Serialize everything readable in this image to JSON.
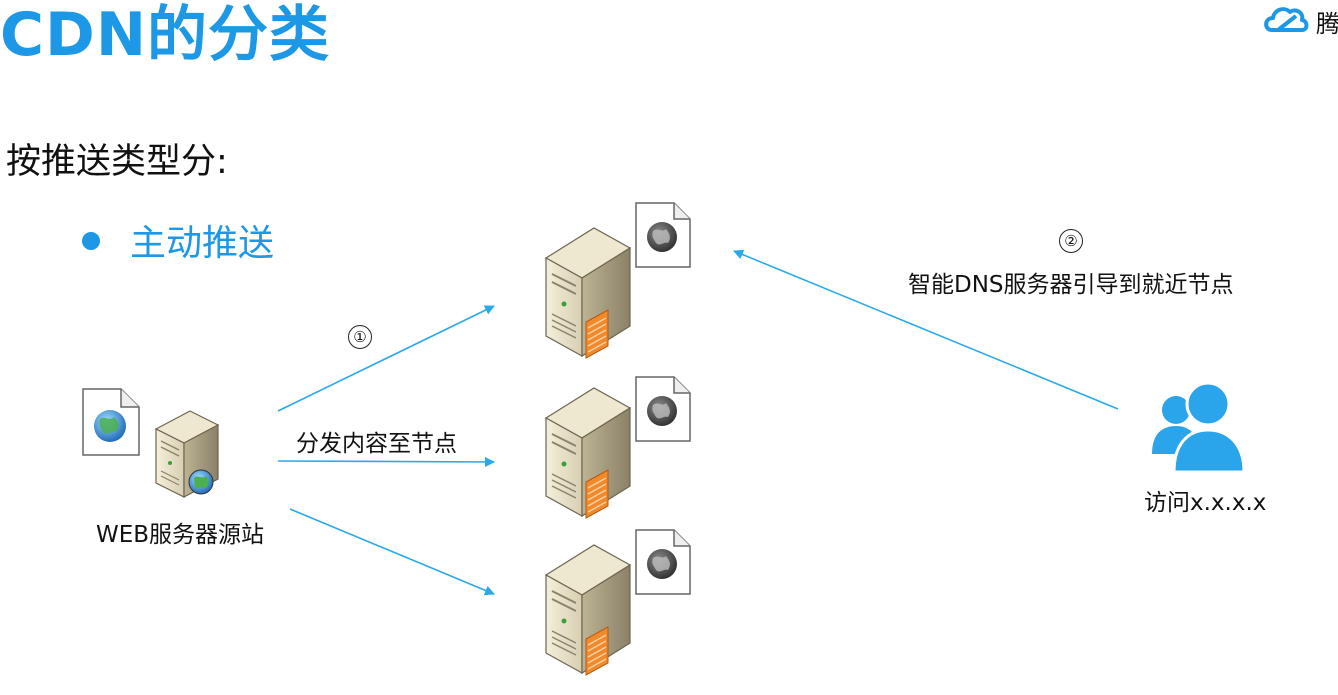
{
  "title": "CDN的分类",
  "logo_text": "腾",
  "subtitle": "按推送类型分:",
  "bullet": "主动推送",
  "step1": {
    "number": "①",
    "label": "分发内容至节点"
  },
  "step2": {
    "number": "②",
    "label": "智能DNS服务器引导到就近节点"
  },
  "origin_label": "WEB服务器源站",
  "user_label": "访问x.x.x.x",
  "colors": {
    "accent": "#1c98e6",
    "arrow": "#29a9ea",
    "user": "#2aa4ea"
  },
  "icons": [
    "cloud-logo-icon",
    "server-icon",
    "web-document-icon",
    "globe-icon",
    "users-icon"
  ]
}
